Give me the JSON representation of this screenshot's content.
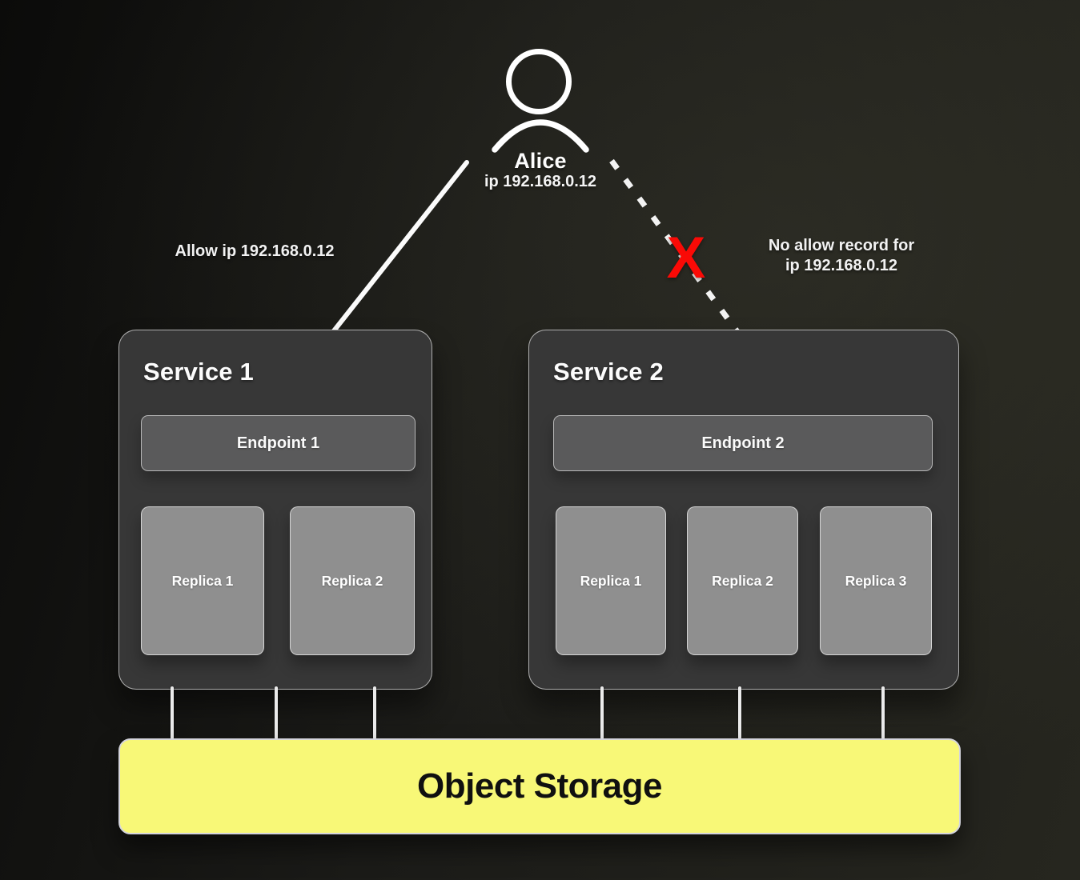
{
  "diagram": {
    "user": {
      "name": "Alice",
      "ip_label": "ip 192.168.0.12"
    },
    "edges": {
      "allow": {
        "label": "Allow ip 192.168.0.12"
      },
      "deny": {
        "label_line1": "No allow record for",
        "label_line2": "ip 192.168.0.12",
        "blocked_mark": "X"
      }
    },
    "services": [
      {
        "title": "Service 1",
        "endpoint": "Endpoint 1",
        "replicas": [
          "Replica 1",
          "Replica 2"
        ]
      },
      {
        "title": "Service 2",
        "endpoint": "Endpoint 2",
        "replicas": [
          "Replica 1",
          "Replica 2",
          "Replica 3"
        ]
      }
    ],
    "storage": {
      "label": "Object Storage"
    },
    "colors": {
      "background_dark": "#0c0c0b",
      "background_light": "#26261f",
      "service_fill": "#373737",
      "endpoint_fill": "#5a5a5b",
      "replica_fill": "#8f8f8f",
      "storage_fill": "#f8f877",
      "blocked_x": "#fa0a06",
      "arrow": "#ffffff"
    }
  }
}
